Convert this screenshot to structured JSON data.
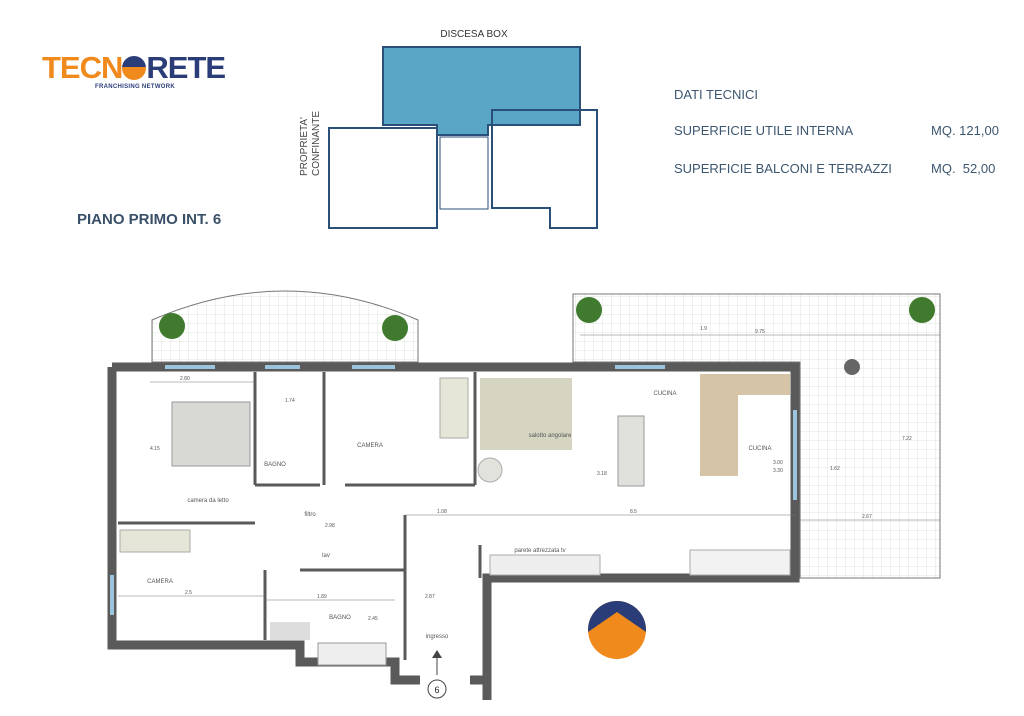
{
  "logo": {
    "brand_part1": "TECN",
    "brand_part2": "RETE",
    "tagline": "FRANCHISING NETWORK"
  },
  "floor_title": "PIANO PRIMO INT. 6",
  "site_plan": {
    "box_label": "DISCESA BOX",
    "neighbor_line1": "PROPRIETA'",
    "neighbor_line2": "CONFINANTE"
  },
  "tech_data": {
    "heading": "DATI TECNICI",
    "rows": [
      {
        "label": "SUPERFICIE UTILE INTERNA",
        "value": "MQ. 121,00"
      },
      {
        "label": "SUPERFICIE BALCONI E TERRAZZI",
        "value": "MQ.  52,00"
      }
    ]
  },
  "rooms": {
    "bedroom_main": "camera da letto",
    "bath1": "BAGNO",
    "camera1": "CAMERA",
    "living": "salotto angolare",
    "cucina1": "CUCINA",
    "cucina2": "CUCINA",
    "filtro": "filtro",
    "camera2": "CAMERA",
    "bath2": "BAGNO",
    "ingresso": "ingresso",
    "tv_wall": "parete attrezzata tv",
    "lav": "lav",
    "entrance_number": "6"
  },
  "dimensions": {
    "d1": "2.80",
    "d2": "1.74",
    "d3": "4.15",
    "d4": "2.98",
    "d5": "1.08",
    "d6": "8.5",
    "d7": "2.5",
    "d8": "1.89",
    "d9": "2.45",
    "d10": "2.87",
    "d11": "9.75",
    "d12": "1.9",
    "d13": "7.22",
    "d14": "2.67",
    "d15": "3.00",
    "d16": "3.30",
    "d17": "1.62",
    "d18": "3.18"
  },
  "colors": {
    "orange": "#f08a1c",
    "navy": "#2a3d78",
    "box_blue": "#5aa6c7",
    "wall": "#5a5a5a",
    "text": "#3d5670"
  }
}
